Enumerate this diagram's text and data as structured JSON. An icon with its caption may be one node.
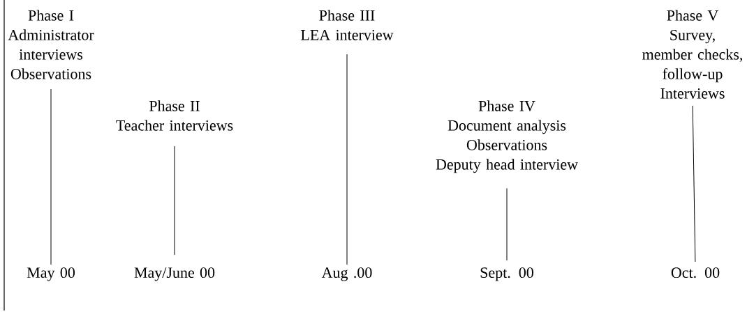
{
  "diagram": {
    "nodes": [
      {
        "text": [
          "Phase I",
          "Administrator interviews",
          "Observations"
        ]
      },
      {
        "text": [
          "Phase II",
          "Teacher interviews"
        ]
      },
      {
        "text": [
          "Phase III",
          "LEA interview"
        ]
      },
      {
        "text": [
          "Phase IV",
          "Document analysis",
          "Observations",
          "Deputy head interview"
        ]
      },
      {
        "text": [
          "Phase V",
          "Survey, member checks, follow-up Interviews"
        ]
      },
      {
        "text": [
          "May 00"
        ]
      },
      {
        "text": [
          "May/June 00"
        ]
      },
      {
        "text": [
          "Aug .00"
        ]
      },
      {
        "text": [
          "Sept. 00"
        ]
      },
      {
        "text": [
          "Oct. 00"
        ]
      }
    ],
    "edges": [
      {
        "from": 0,
        "to": 5,
        "arrow": "none"
      },
      {
        "from": 1,
        "to": 6,
        "arrow": "none"
      },
      {
        "from": 2,
        "to": 7,
        "arrow": "none"
      },
      {
        "from": 3,
        "to": 8,
        "arrow": "none"
      },
      {
        "from": 4,
        "to": 9,
        "arrow": "none"
      }
    ]
  }
}
